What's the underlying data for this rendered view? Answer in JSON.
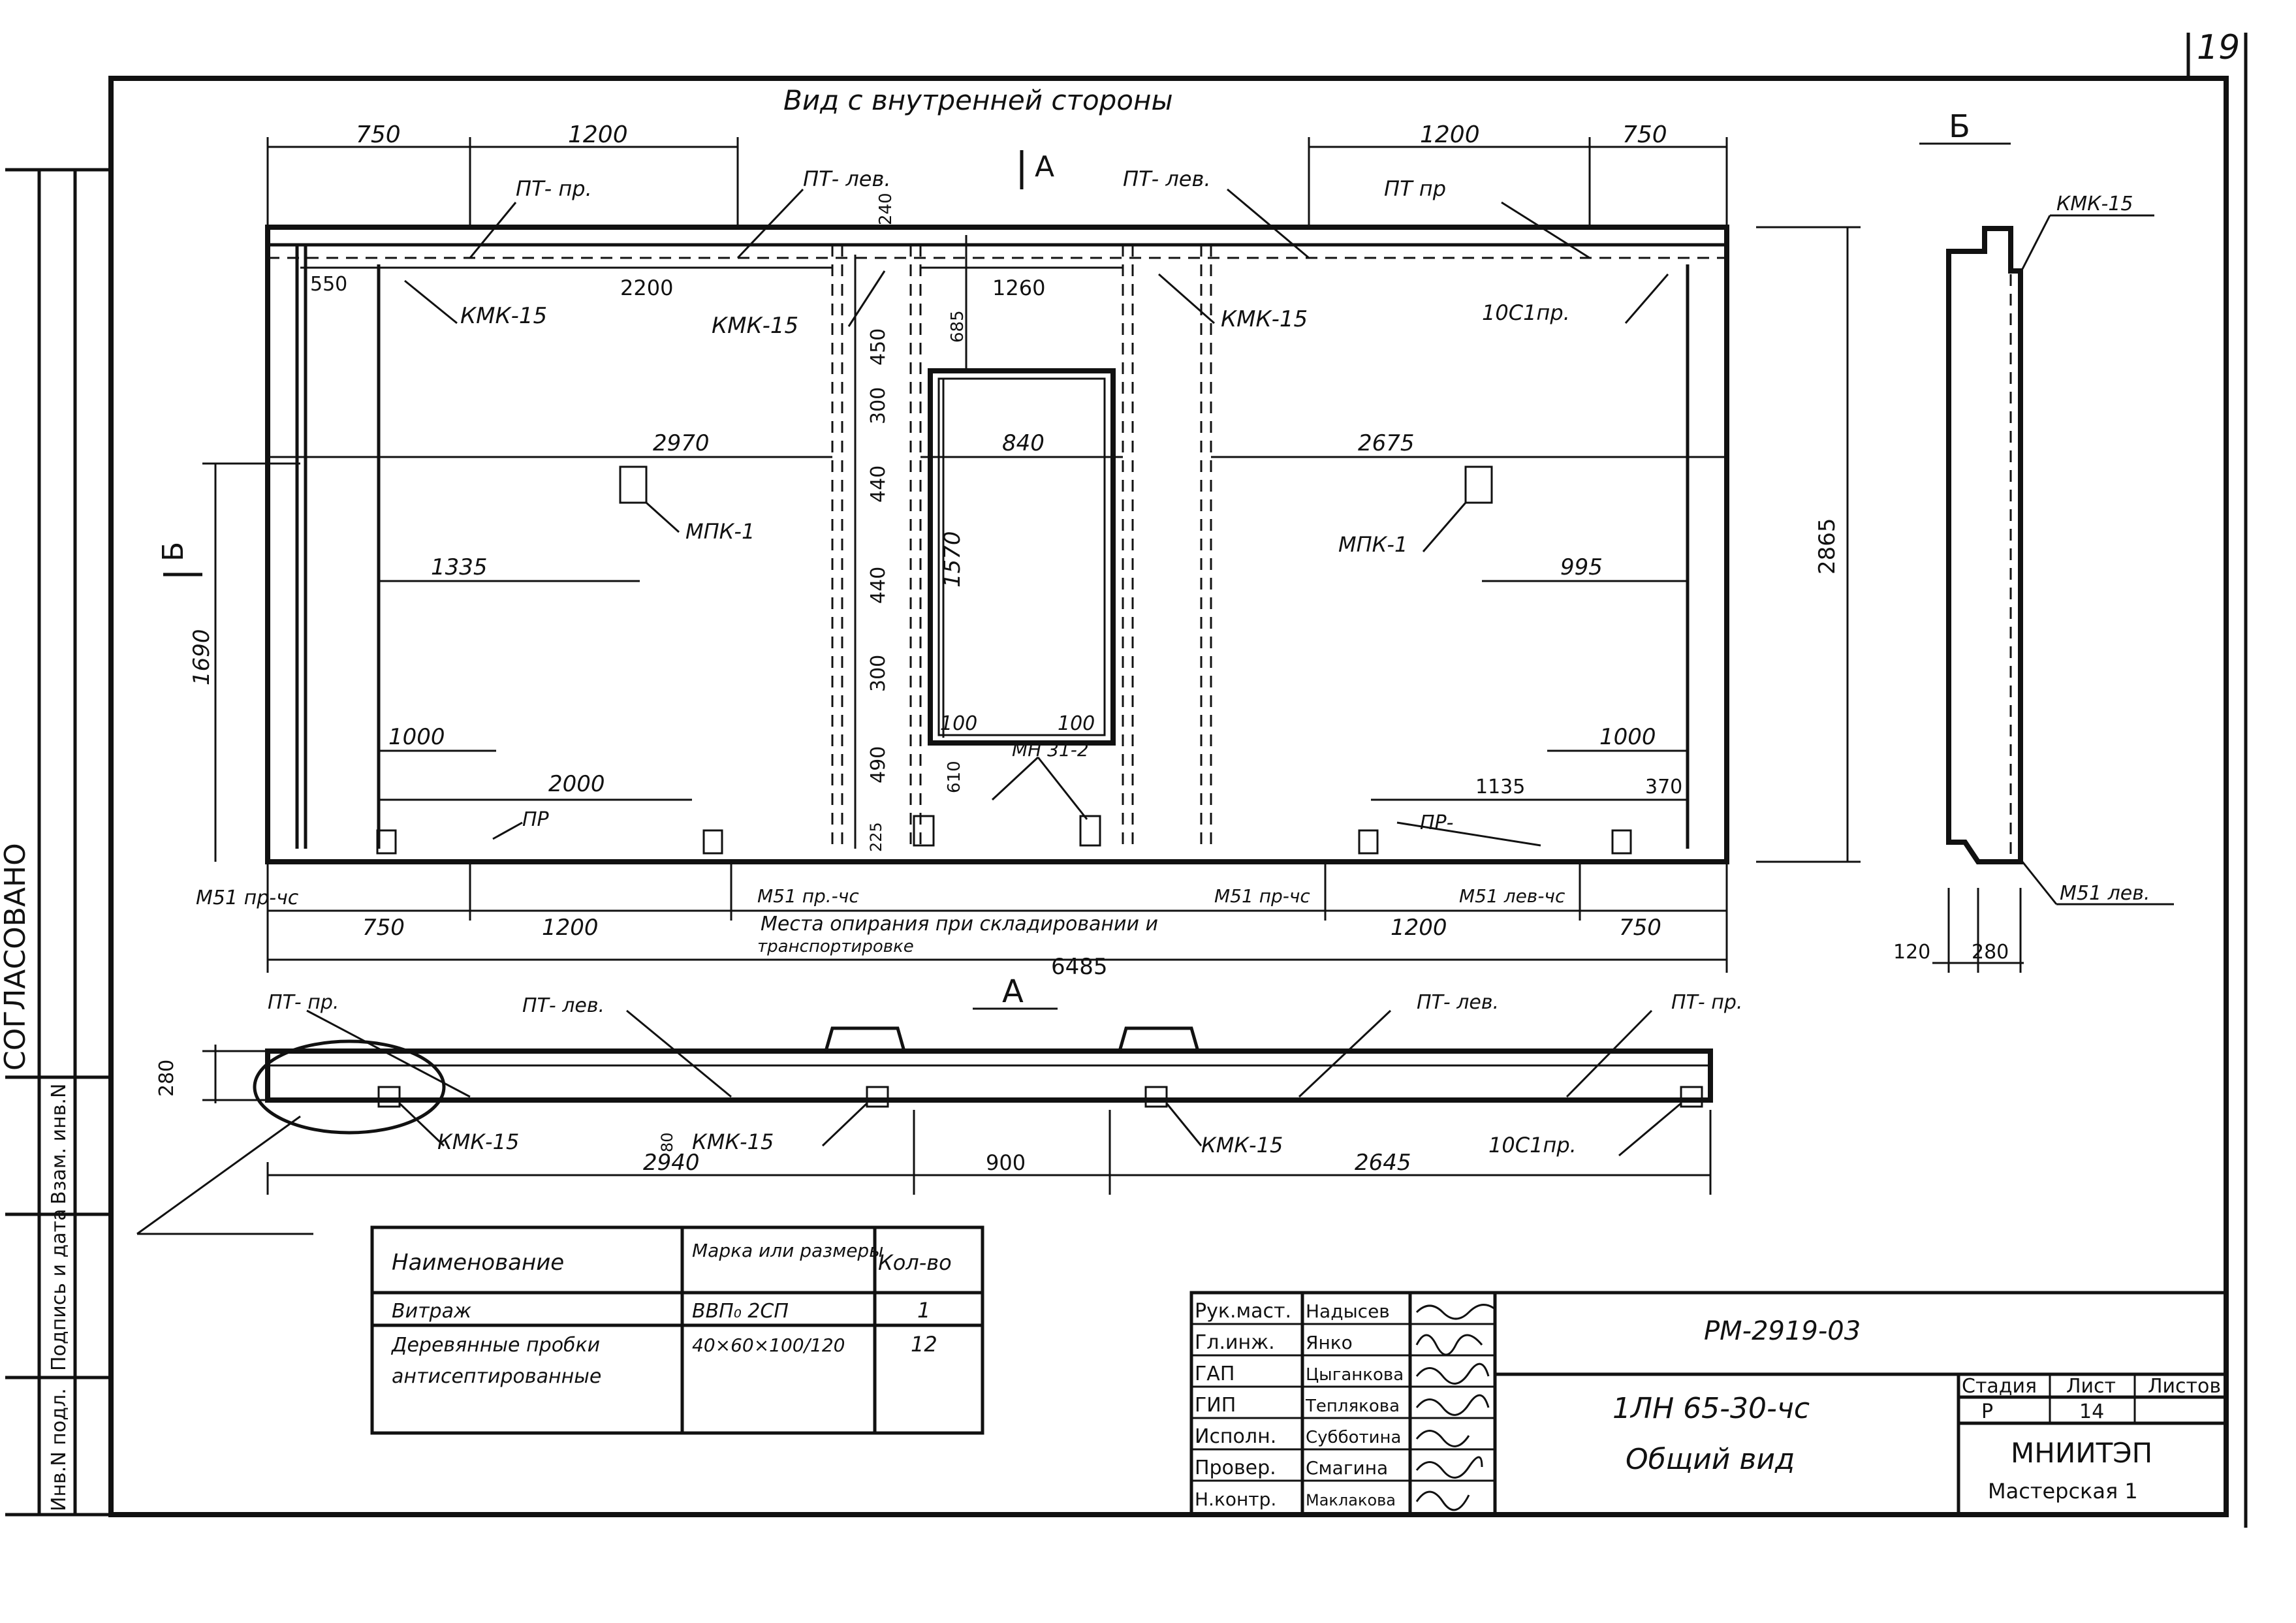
{
  "sheet": {
    "page_number": "19",
    "view_title": "Вид с внутренней стороны",
    "section_a_label": "А",
    "section_b_label": "Б",
    "cut_a_marker": "А",
    "cut_b_marker": "Б"
  },
  "left_strip": {
    "agreed": "СОГЛАСОВАНО",
    "cells": [
      "Взам. инв.N",
      "Подпись и дата",
      "Инв.N подл."
    ]
  },
  "front_view": {
    "dims_top": [
      "750",
      "1200",
      "1200",
      "750"
    ],
    "dims_bottom": [
      "750",
      "1200",
      "1200",
      "750"
    ],
    "overall_length": "6485",
    "height": "2865",
    "inner": [
      "550",
      "2200",
      "1260",
      "2970",
      "840",
      "2675",
      "1335",
      "995",
      "1570",
      "1690",
      "1000",
      "2000",
      "1000",
      "1135",
      "370",
      "685",
      "240",
      "610",
      "225",
      "100",
      "100"
    ],
    "vertical_chain": [
      "450",
      "300",
      "440",
      "440",
      "300",
      "490"
    ],
    "labels": {
      "pt_pr_1": "ПТ- пр.",
      "pt_lev_1": "ПТ- лев.",
      "pt_lev_2": "ПТ- лев.",
      "pt_pr_2": "ПТ пр",
      "kmk_1": "КМК-15",
      "kmk_2": "КМК-15",
      "kmk_3": "КМК-15",
      "oc_1": "10С1пр.",
      "mpk_1": "МПК-1",
      "mpk_2": "МПК-1",
      "pr_1": "ПР",
      "pr_2": "ПР-",
      "mn": "МН 31-2",
      "m51_1": "М51 пр-чс",
      "m51_2": "М51 пр.-чс",
      "m51_3": "М51 пр-чс",
      "m51_4": "М51 лев-чс",
      "support_note_1": "Места опирания при складировании и",
      "support_note_2": "транспортировке"
    }
  },
  "plan_view": {
    "height": "280",
    "dims": [
      "2940",
      "900",
      "2645"
    ],
    "small": "80",
    "labels": {
      "pt_pr_1": "ПТ- пр.",
      "pt_lev_1": "ПТ- лев.",
      "pt_lev_2": "ПТ- лев.",
      "pt_pr_2": "ПТ- пр.",
      "kmk_1": "КМК-15",
      "kmk_2": "КМК-15",
      "kmk_3": "КМК-15",
      "oc_1": "10С1пр."
    }
  },
  "side_view": {
    "label_top": "КМК-15",
    "label_bottom": "М51 лев.",
    "dim_1": "120",
    "dim_2": "280"
  },
  "spec_table": {
    "headers": [
      "Наименование",
      "Марка или размеры",
      "Кол-во"
    ],
    "rows": [
      [
        "Витраж",
        "ВВП₀ 2СП",
        "1"
      ],
      [
        "Деревянные пробки",
        "40×60×100/120",
        "12"
      ],
      [
        "антисептированные",
        "",
        ""
      ]
    ]
  },
  "title_block": {
    "roles": [
      "Рук.маст.",
      "Гл.инж.",
      "ГАП",
      "ГИП",
      "Исполн.",
      "Провер.",
      "Н.контр."
    ],
    "names": [
      "Надысев",
      "Янко",
      "Цыганкова",
      "Теплякова",
      "Субботина",
      "Смагина",
      "Маклакова"
    ],
    "doc_code": "РМ-2919-03",
    "product": "1ЛН 65-30-чс",
    "sheet_title": "Общий вид",
    "stage_header": "Стадия",
    "sheet_header": "Лист",
    "sheets_header": "Листов",
    "stage": "Р",
    "sheet": "14",
    "org": "МНИИТЭП",
    "workshop": "Мастерская 1"
  }
}
